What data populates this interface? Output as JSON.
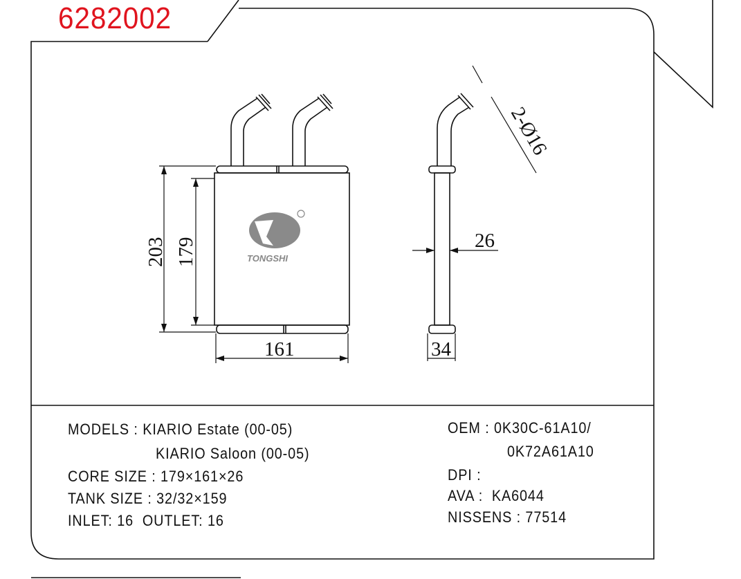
{
  "part_number": "6282002",
  "brand_logo_text": "TONGSHI",
  "dimensions": {
    "height_total": "203",
    "height_core": "179",
    "width_core": "161",
    "depth_core": "26",
    "depth_tank": "34",
    "pipe_spec": "2-Ø16"
  },
  "specs_left": {
    "models_line1": "MODELS : KIARIO Estate (00-05)",
    "models_line2": "KIARIO Saloon (00-05)",
    "core_size": "CORE SIZE : 179×161×26",
    "tank_size": "TANK SIZE : 32/32×159",
    "inlet_outlet": "INLET: 16  OUTLET: 16"
  },
  "specs_right": {
    "oem_line1": "OEM : 0K30C-61A10/",
    "oem_line2": "0K72A61A10",
    "dpi": "DPI :",
    "ava": "AVA :  KA6044",
    "nissens": "NISSENS : 77514"
  }
}
